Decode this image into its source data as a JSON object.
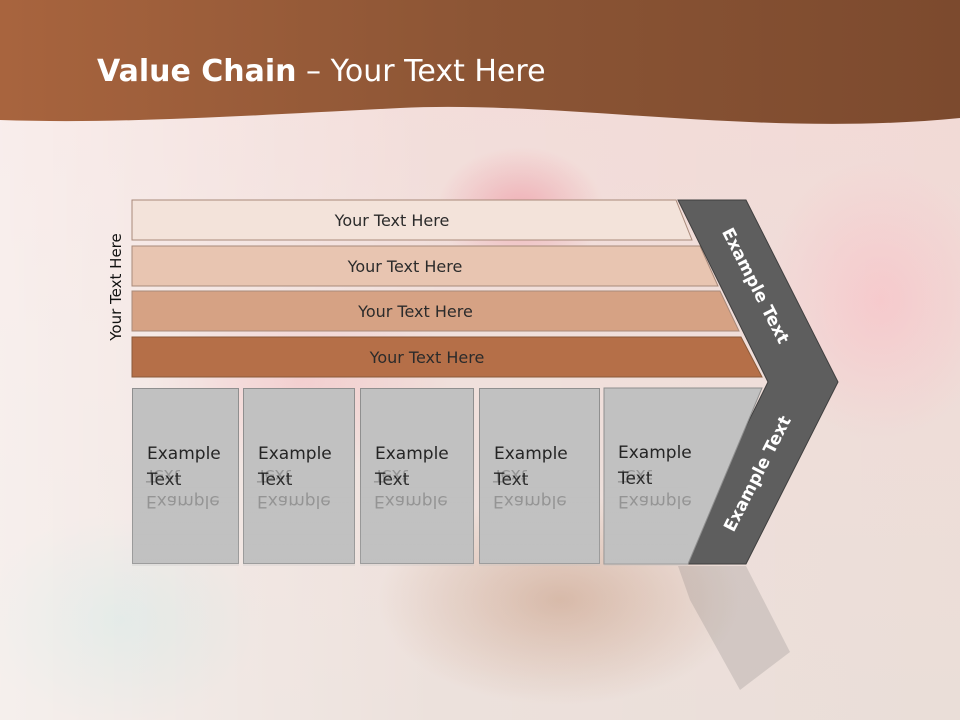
{
  "slide": {
    "title_bold": "Value Chain",
    "title_rest": " – Your Text Here",
    "vertical_label": "Your Text Here"
  },
  "bars": [
    {
      "label": "Your Text Here",
      "color": "#f3e3da"
    },
    {
      "label": "Your Text Here",
      "color": "#e8c5b1"
    },
    {
      "label": "Your Text Here",
      "color": "#d6a284"
    },
    {
      "label": "Your Text Here",
      "color": "#b56f48"
    }
  ],
  "columns": [
    {
      "line1": "Example",
      "line2": "Text"
    },
    {
      "line1": "Example",
      "line2": "Text"
    },
    {
      "line1": "Example",
      "line2": "Text"
    },
    {
      "line1": "Example",
      "line2": "Text"
    },
    {
      "line1": "Example",
      "line2": "Text"
    }
  ],
  "chevron": {
    "upper_label": "Example Text",
    "lower_label": "Example Text",
    "color": "#5e5e5e"
  },
  "colors": {
    "header": "#9a5b38",
    "column_fill": "#c1c1c1"
  }
}
